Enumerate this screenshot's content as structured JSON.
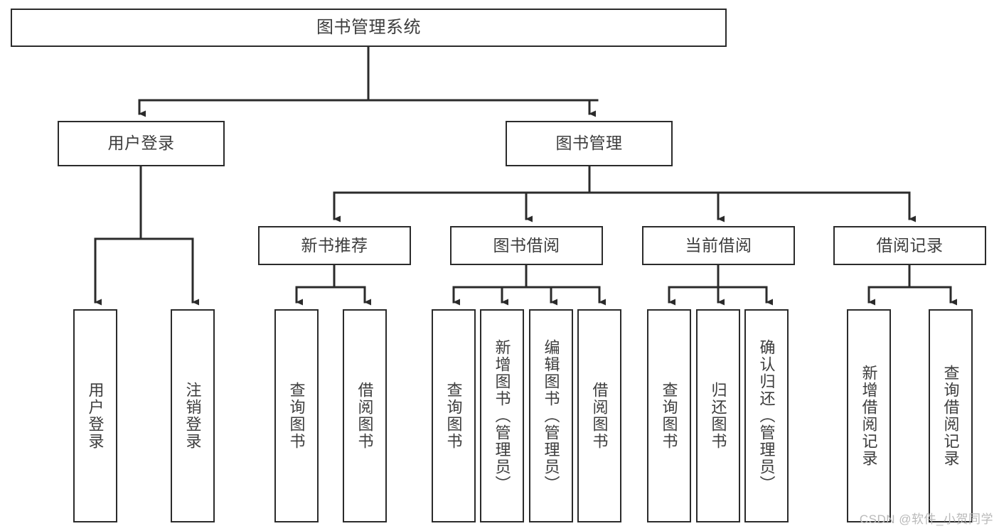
{
  "diagram": {
    "title": "图书管理系统",
    "type": "tree",
    "watermark": "CSDN @软件_小贺同学",
    "colors": {
      "stroke": "#2b2b2b",
      "box_fill": "#ffffff",
      "text": "#3d3d3d",
      "watermark": "#b9b9b9",
      "background": "#ffffff"
    },
    "nodes": {
      "root": {
        "label": "图书管理系统"
      },
      "level2": [
        {
          "label": "用户登录"
        },
        {
          "label": "图书管理"
        }
      ],
      "level3": [
        {
          "label": "新书推荐"
        },
        {
          "label": "图书借阅"
        },
        {
          "label": "当前借阅"
        },
        {
          "label": "借阅记录"
        }
      ],
      "leaves_user_login": [
        {
          "label": "用户登录"
        },
        {
          "label": "注销登录"
        }
      ],
      "leaves_new_book": [
        {
          "label": "查询图书"
        },
        {
          "label": "借阅图书"
        }
      ],
      "leaves_borrow": [
        {
          "label": "查询图书"
        },
        {
          "label": "新增图书（管理员）"
        },
        {
          "label": "编辑图书（管理员）"
        },
        {
          "label": "借阅图书"
        }
      ],
      "leaves_current": [
        {
          "label": "查询图书"
        },
        {
          "label": "归还图书"
        },
        {
          "label": "确认归还（管理员）"
        }
      ],
      "leaves_records": [
        {
          "label": "新增借阅记录"
        },
        {
          "label": "查询借阅记录"
        }
      ]
    }
  }
}
